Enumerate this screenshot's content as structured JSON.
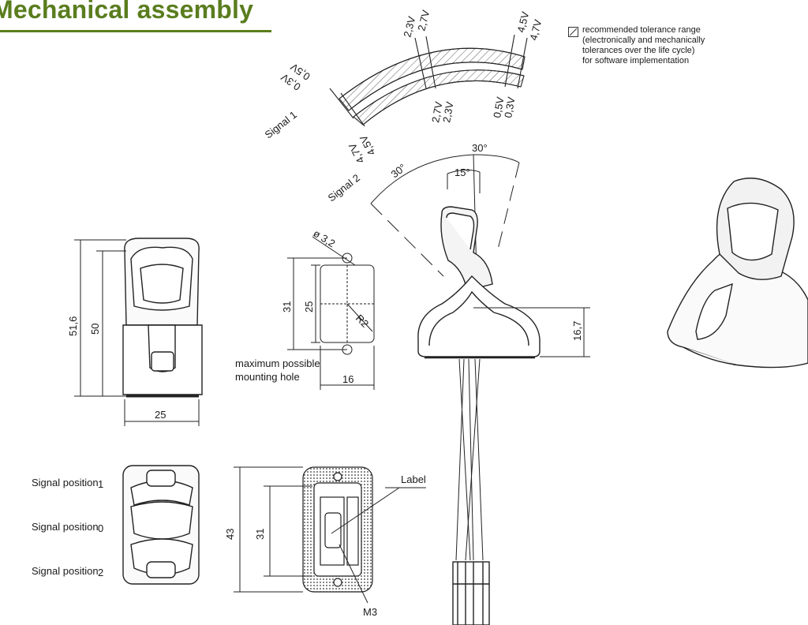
{
  "title": "echanical assembly",
  "title_prefix": "M",
  "legend": {
    "text_line1": "recommended tolerance range",
    "text_line2": "(electronically and mechanically",
    "text_line3": "tolerances over the life cycle)",
    "text_line4": "for software implementation"
  },
  "signals": {
    "signal1": "Signal 1",
    "signal2": "Signal 2",
    "top_labels": [
      "0,5V",
      "0,3V",
      "2,3V",
      "2,7V",
      "4,5V",
      "4,7V"
    ],
    "bottom_labels": [
      "4,7V",
      "4,5V",
      "2,7V",
      "2,3V",
      "0,5V",
      "0,3V"
    ]
  },
  "angles": {
    "left": "30°",
    "right": "30°",
    "half": "15°"
  },
  "dimensions": {
    "height_total": "51,6",
    "height_body": "50",
    "width_front": "25",
    "hole_dia": "ø 3,2",
    "hole_height": "31",
    "hole_inner": "25",
    "hole_width": "16",
    "hole_radius": "R2",
    "side_height": "16,7",
    "bottom_height": "43",
    "bottom_inner": "31",
    "mounting_note_1": "maximum possible",
    "mounting_note_2": "mounting hole",
    "label": "Label",
    "thread": "M3"
  },
  "positions": [
    {
      "name": "Signal position",
      "value": "1"
    },
    {
      "name": "Signal position",
      "value": "0"
    },
    {
      "name": "Signal position",
      "value": "2"
    }
  ]
}
